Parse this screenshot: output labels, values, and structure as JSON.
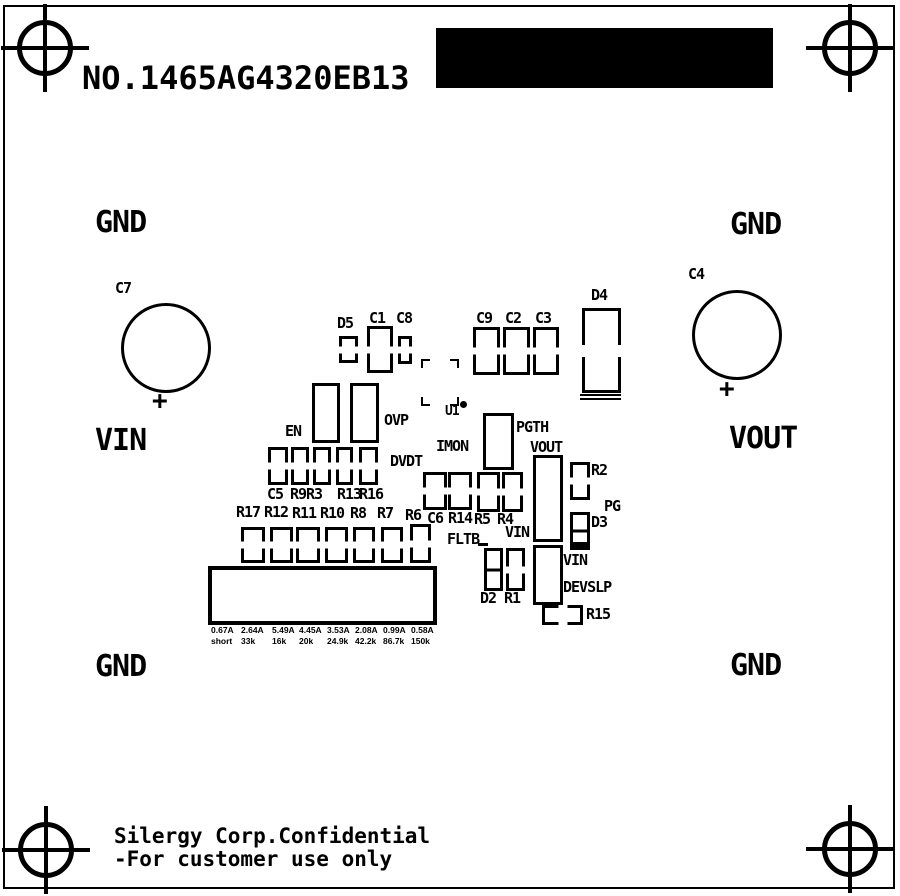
{
  "frame": {
    "title": "NO.1465AG4320EB13"
  },
  "footer": {
    "line1": "Silergy Corp.Confidential",
    "line2": "-For customer use only"
  },
  "ports": {
    "gnd_top_left": "GND",
    "gnd_top_right": "GND",
    "gnd_bottom_left": "GND",
    "gnd_bottom_right": "GND",
    "vin": "VIN",
    "vout": "VOUT"
  },
  "polarity": {
    "plus_c7": "+",
    "plus_c4": "+"
  },
  "components": {
    "c7": "C7",
    "c4": "C4",
    "d5": "D5",
    "c1": "C1",
    "c8": "C8",
    "c9": "C9",
    "c2": "C2",
    "c3": "C3",
    "d4": "D4",
    "u1": "U1",
    "en": "EN",
    "ovp": "OVP",
    "dvdt": "DVDT",
    "imon": "IMON",
    "pgth": "PGTH",
    "vout_header": "VOUT",
    "vin_header": "VIN",
    "vin_right": "VIN",
    "fltb": "FLTB",
    "pg": "PG",
    "devslp": "DEVSLP",
    "c5": "C5",
    "r9": "R9",
    "r3": "R3",
    "r13": "R13",
    "r16": "R16",
    "r17": "R17",
    "r12": "R12",
    "r11": "R11",
    "r10": "R10",
    "r8": "R8",
    "r7": "R7",
    "r6": "R6",
    "c6": "C6",
    "r14": "R14",
    "r5": "R5",
    "r4": "R4",
    "r2": "R2",
    "d3": "D3",
    "d2": "D2",
    "r1": "R1",
    "r15": "R15"
  },
  "table": {
    "currents": [
      "0.67A",
      "2.64A",
      "5.49A",
      "4.45A",
      "3.53A",
      "2.08A",
      "0.99A",
      "0.58A"
    ],
    "resistances": [
      "short",
      "33k",
      "16k",
      "20k",
      "24.9k",
      "42.2k",
      "86.7k",
      "150k"
    ]
  },
  "colors": {
    "silkscreen": "#000000",
    "board": "#ffffff"
  }
}
